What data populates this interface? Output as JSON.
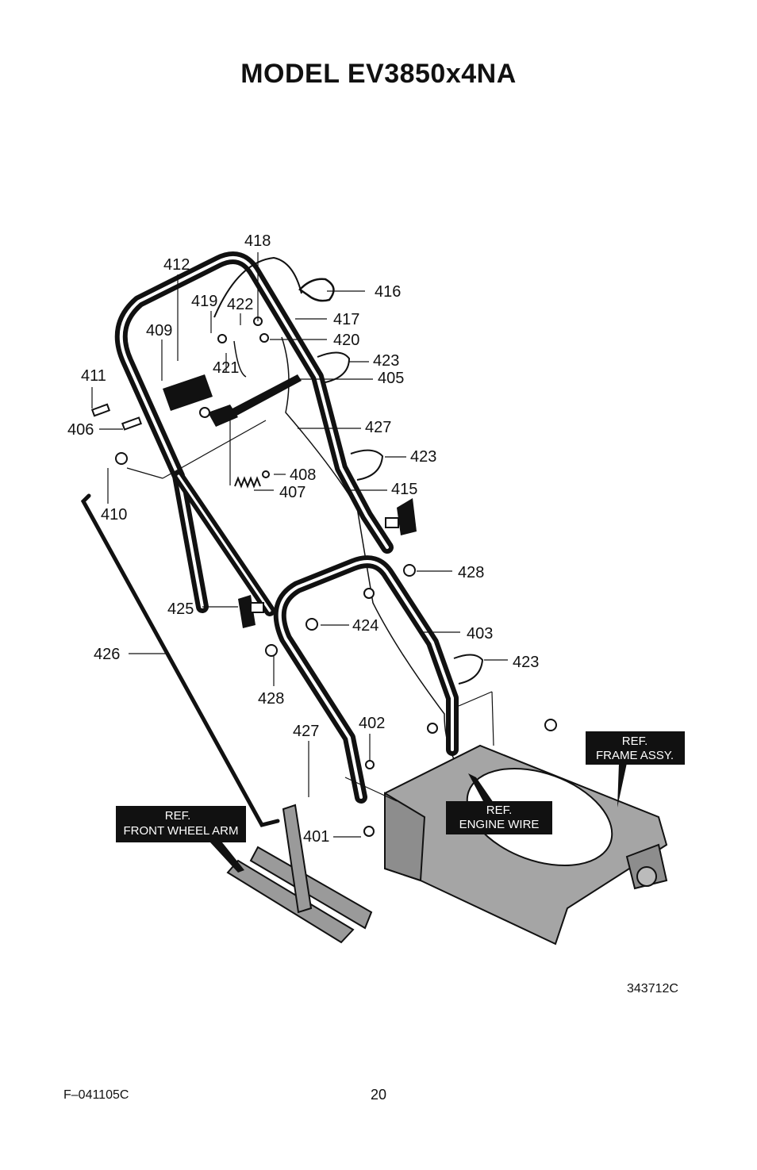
{
  "header": {
    "title": "MODEL EV3850x4NA"
  },
  "callouts": [
    "418",
    "412",
    "416",
    "419",
    "422",
    "417",
    "409",
    "420",
    "421",
    "423",
    "411",
    "405",
    "406",
    "427",
    "423",
    "408",
    "410",
    "407",
    "415",
    "428",
    "425",
    "424",
    "403",
    "426",
    "423",
    "428",
    "402",
    "427",
    "401"
  ],
  "ref_labels": {
    "frame_line1": "REF.",
    "frame_line2": "FRAME ASSY.",
    "wire_line1": "REF.",
    "wire_line2": "ENGINE WIRE",
    "arm_line1": "REF.",
    "arm_line2": "FRONT WHEEL ARM"
  },
  "drawing_number": "343712C",
  "footer": {
    "doc_code": "F–041105C",
    "page_number": "20"
  }
}
